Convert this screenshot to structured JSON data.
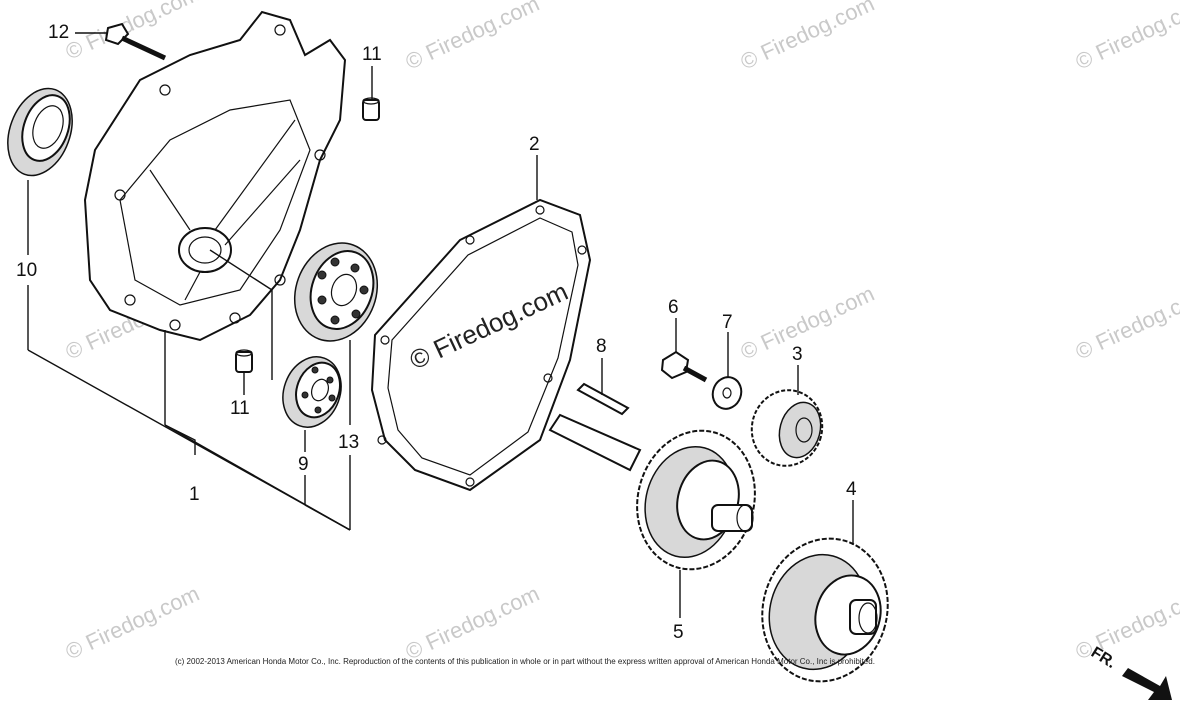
{
  "callouts": {
    "c1": "1",
    "c2": "2",
    "c3": "3",
    "c4": "4",
    "c5": "5",
    "c6": "6",
    "c7": "7",
    "c8": "8",
    "c9": "9",
    "c10": "10",
    "c11a": "11",
    "c11b": "11",
    "c12": "12",
    "c13": "13"
  },
  "watermark": {
    "text": "© Firedog.com",
    "center_text": "© Firedog.com"
  },
  "copyright": "(c) 2002-2013 American Honda Motor Co., Inc. Reproduction of the contents of this publication in whole or in part without the express written approval of American Honda Motor Co., Inc is prohibited.",
  "direction": {
    "label": "FR."
  }
}
